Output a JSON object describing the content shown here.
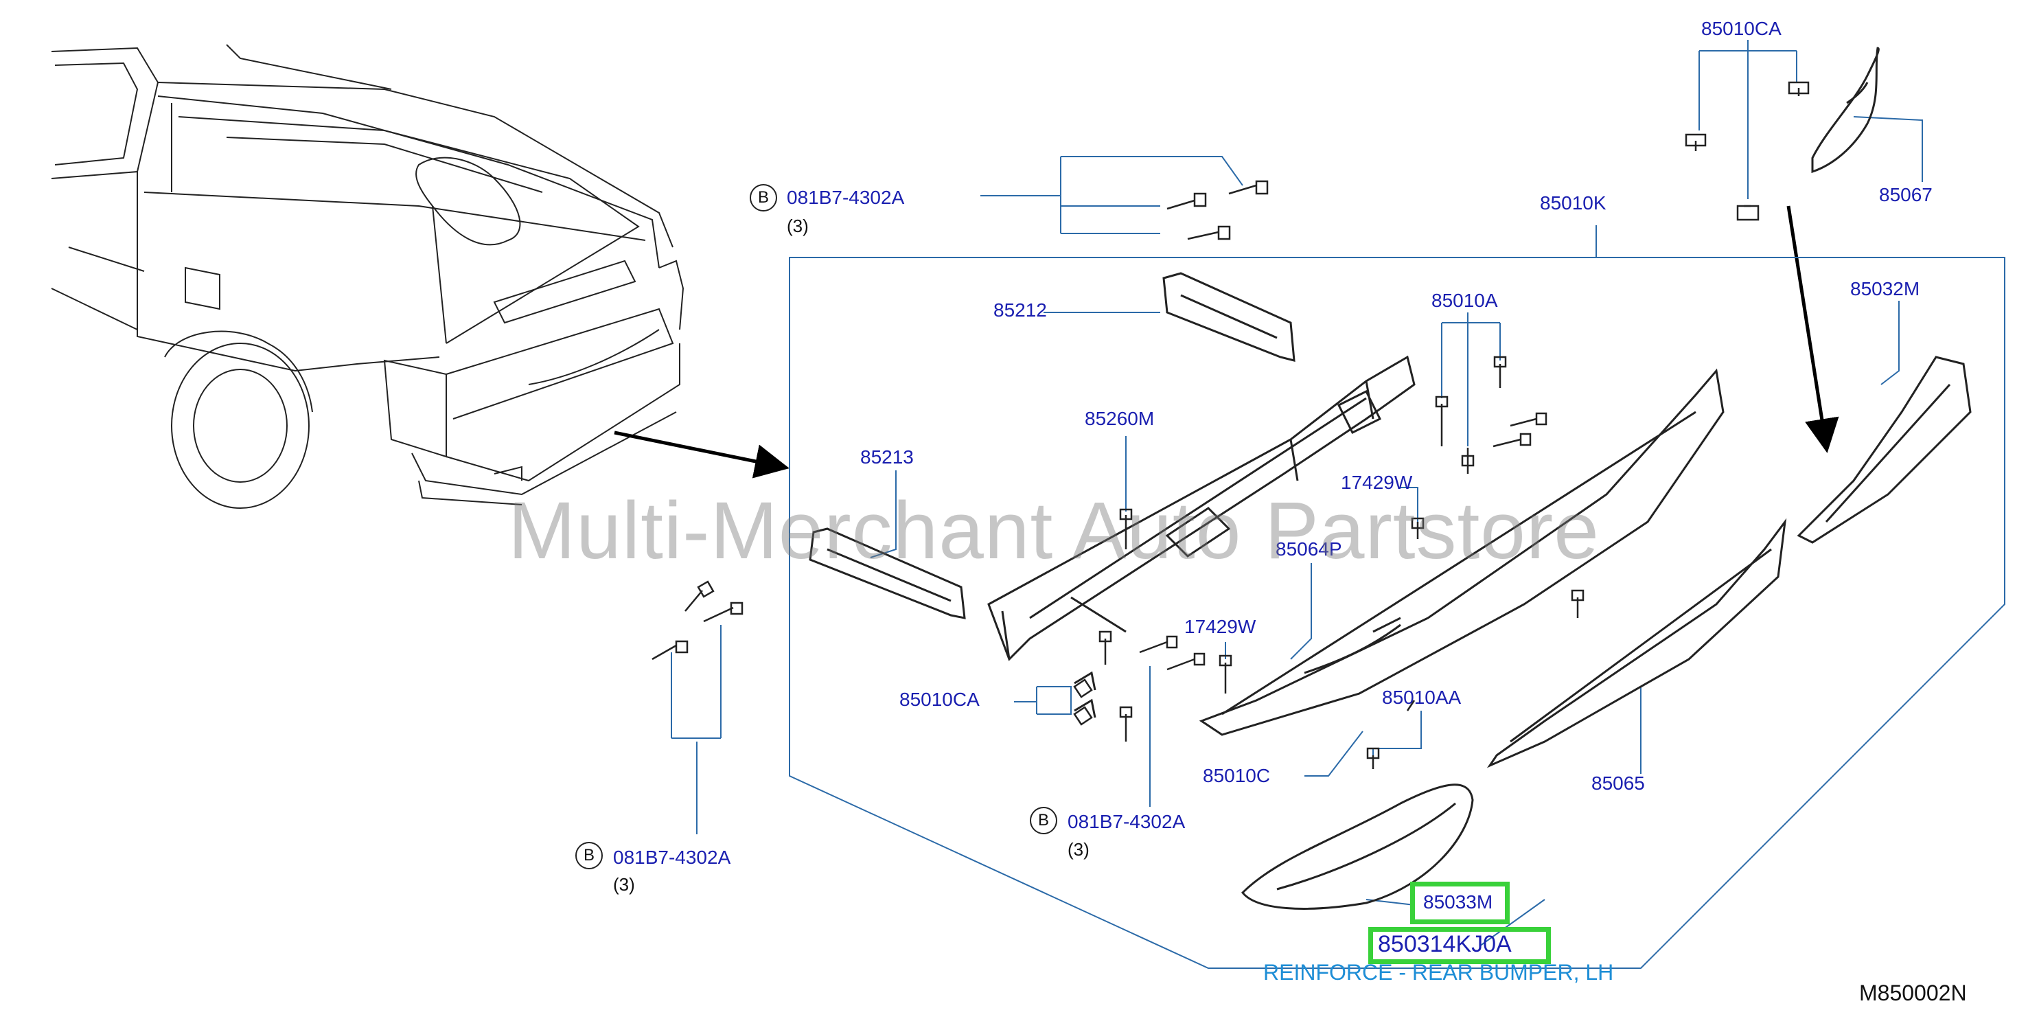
{
  "watermark": "Multi-Merchant Auto Partstore",
  "diagram_code": "M850002N",
  "highlight": {
    "part_number": "850314KJ0A",
    "description": "REINFORCE - REAR BUMPER, LH"
  },
  "callouts": {
    "p85010CA_top": "85010CA",
    "p85067": "85067",
    "p85010K": "85010K",
    "p85032M": "85032M",
    "p85212": "85212",
    "p85010A": "85010A",
    "p85260M": "85260M",
    "p85213": "85213",
    "p17429W_a": "17429W",
    "p85064P": "85064P",
    "p17429W_b": "17429W",
    "p85010CA_left": "85010CA",
    "p85010AA": "85010AA",
    "p85010C": "85010C",
    "p85065": "85065",
    "p85033M": "85033M"
  },
  "bolt_refs": {
    "top": {
      "circle": "B",
      "part": "081B7-4302A",
      "qty": "(3)"
    },
    "middle": {
      "circle": "B",
      "part": "081B7-4302A",
      "qty": "(3)"
    },
    "left": {
      "circle": "B",
      "part": "081B7-4302A",
      "qty": "(3)"
    }
  }
}
